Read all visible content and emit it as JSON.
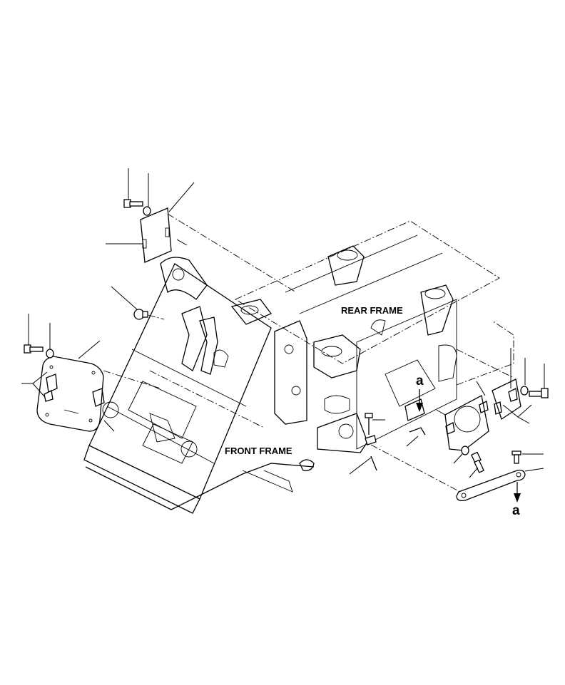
{
  "labels": {
    "rear_frame": "REAR FRAME",
    "front_frame": "FRONT FRAME",
    "ref_top": "a",
    "ref_bottom": "a"
  }
}
